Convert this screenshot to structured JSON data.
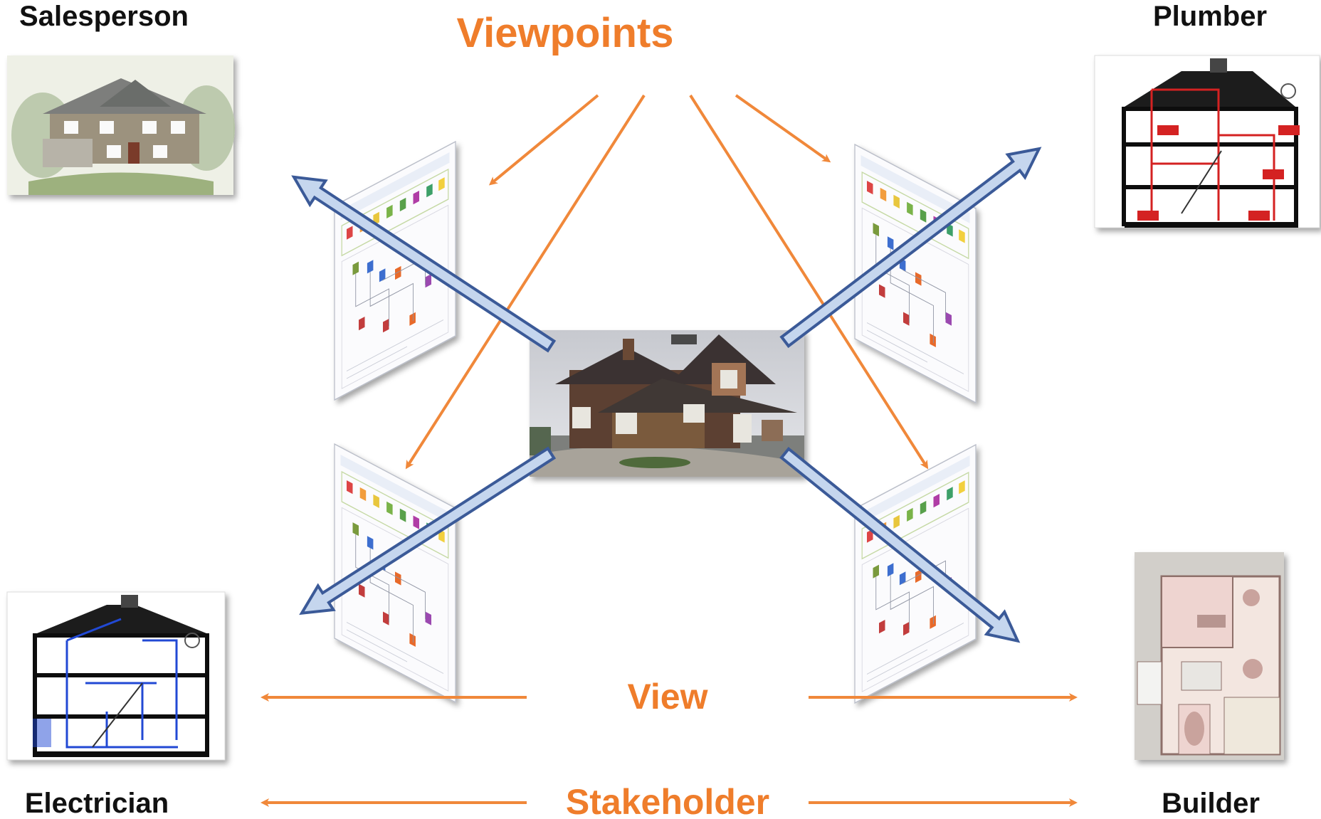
{
  "title": "Viewpoints",
  "roles": {
    "salesperson": "Salesperson",
    "plumber": "Plumber",
    "electrician": "Electrician",
    "builder": "Builder"
  },
  "labels": {
    "view": "View",
    "stakeholder": "Stakeholder"
  },
  "colors": {
    "accent_orange": "#ef7d2b",
    "arrow_fill": "#c5d6ee",
    "arrow_stroke": "#3b5a98"
  },
  "icons": {
    "center": "house-photo",
    "panels": "model-diagram-panel",
    "salesperson": "house-sketch",
    "plumber": "plumbing-cross-section",
    "electrician": "electrical-cross-section",
    "builder": "floor-plan"
  }
}
